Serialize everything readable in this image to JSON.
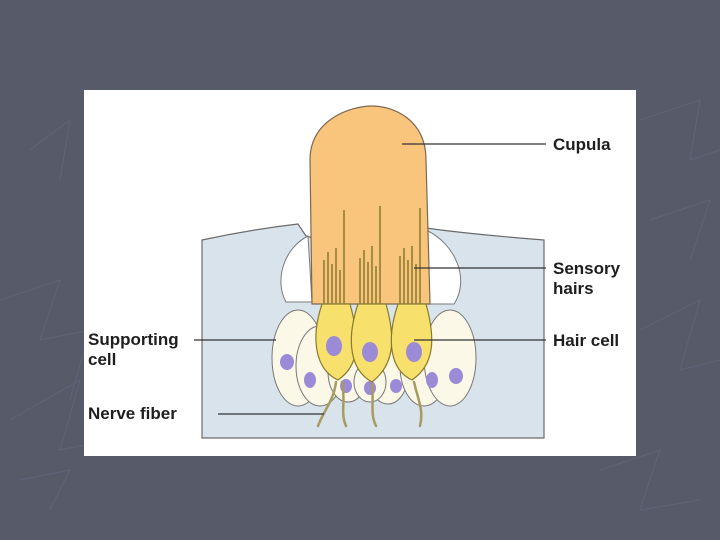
{
  "diagram": {
    "labels": {
      "cupula": "Cupula",
      "sensory_hairs": "Sensory\nhairs",
      "supporting_cell": "Supporting\ncell",
      "hair_cell": "Hair cell",
      "nerve_fiber": "Nerve fiber"
    },
    "colors": {
      "slide_background": "#565a69",
      "cupula": "#f9c47b",
      "tissue": "#d8e3ec",
      "hair_cell": "#f7e06c",
      "nucleus": "#9b8ad6",
      "supporting_cell": "#fbf8e8",
      "hairs": "#8f7f32"
    }
  }
}
